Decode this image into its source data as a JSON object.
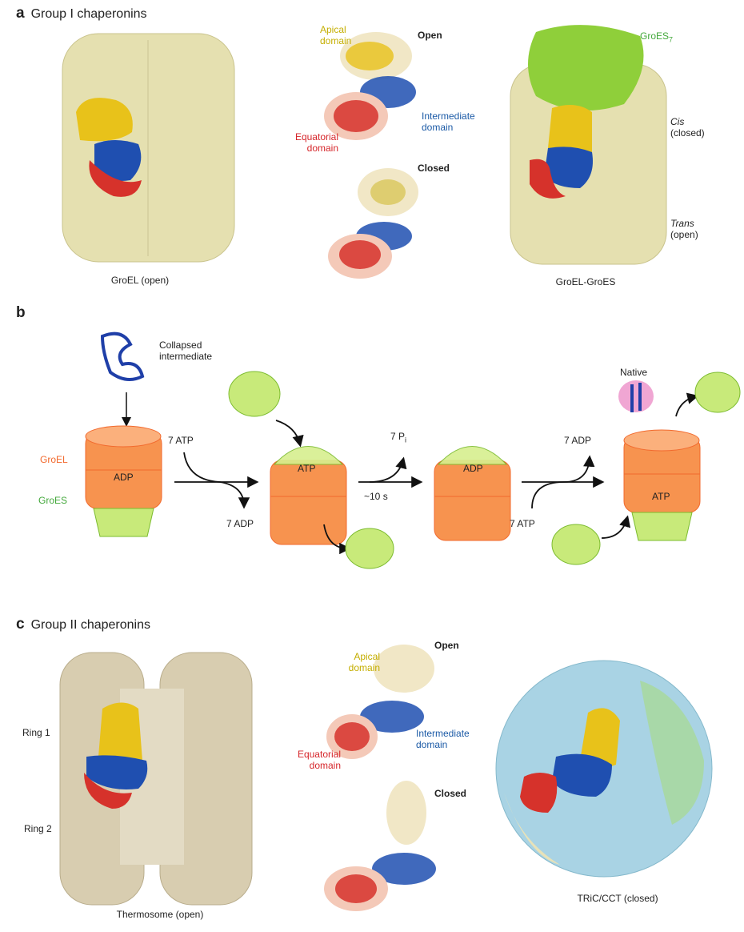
{
  "panel_a": {
    "letter": "a",
    "title": "Group I chaperonins",
    "groel_caption": "GroEL (open)",
    "apical": "Apical domain",
    "open": "Open",
    "intermediate": "Intermediate domain",
    "equatorial": "Equatorial domain",
    "closed": "Closed",
    "groes7": "GroES",
    "groes7_sub": "7",
    "cis": "Cis",
    "cis_state": "(closed)",
    "trans": "Trans",
    "trans_state": "(open)",
    "complex_caption": "GroEL-GroES"
  },
  "panel_b": {
    "letter": "b",
    "collapsed": "Collapsed intermediate",
    "groel": "GroEL",
    "groes": "GroES",
    "adp1": "ADP",
    "atp_in1": "7 ATP",
    "adp_out1": "7 ADP",
    "atp2": "ATP",
    "pi": "7 P",
    "pi_sub": "i",
    "time": "~10 s",
    "adp3": "ADP",
    "adp_out2": "7 ADP",
    "atp_in2": "7 ATP",
    "native": "Native",
    "atp4": "ATP"
  },
  "panel_c": {
    "letter": "c",
    "title": "Group II chaperonins",
    "ring1": "Ring 1",
    "ring2": "Ring 2",
    "thermo_caption": "Thermosome (open)",
    "apical": "Apical domain",
    "open": "Open",
    "intermediate": "Intermediate domain",
    "equatorial": "Equatorial domain",
    "closed": "Closed",
    "tric_caption": "TRiC/CCT (closed)"
  },
  "colors": {
    "apical": "#e8c21a",
    "intermediate": "#1f4fb0",
    "equatorial": "#d6322b",
    "groel": "#e5e0b0",
    "groes": "#8fcf3a",
    "ring": "#f7934f",
    "thermo": "#d8cdb0",
    "tric": "#a9d3e4"
  }
}
